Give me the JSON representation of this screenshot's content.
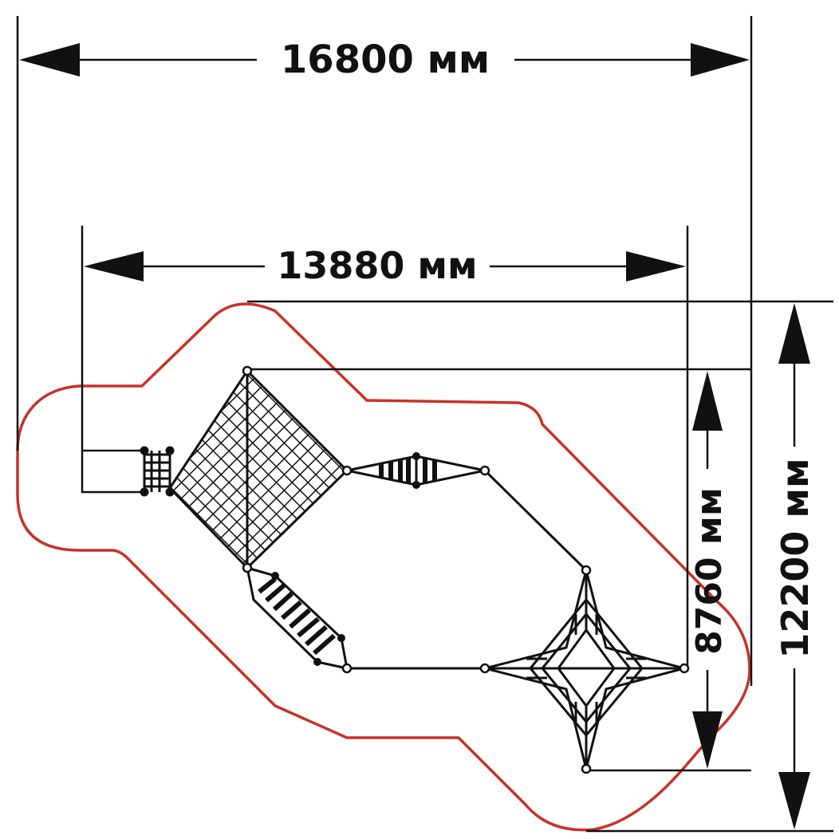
{
  "dimensions": {
    "overall_width": "16800 мм",
    "frame_width": "13880 мм",
    "frame_depth": "8760 мм",
    "overall_depth": "12200 мм"
  },
  "colors": {
    "safety_zone": "#c8322a",
    "ink": "#111111",
    "background": "#ffffff"
  }
}
